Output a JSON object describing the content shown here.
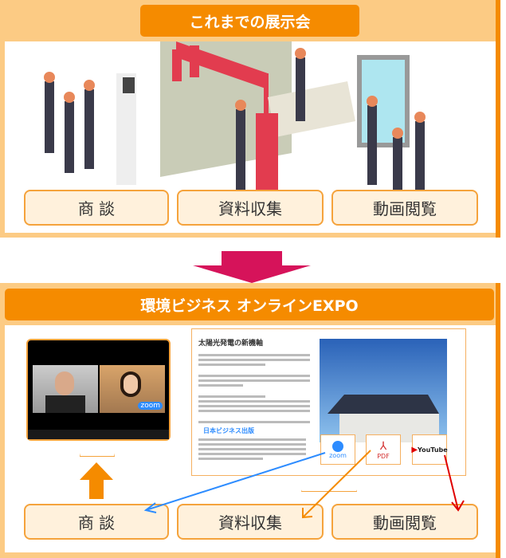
{
  "top": {
    "title": "これまでの展示会",
    "buttons": [
      "商 談",
      "資料収集",
      "動画閲覧"
    ]
  },
  "bottom": {
    "title": "環境ビジネス オンラインEXPO",
    "buttons": [
      "商 談",
      "資料収集",
      "動画閲覧"
    ],
    "panel": {
      "heading": "太陽光発電の新機軸",
      "subheading": "日本ビジネス出版",
      "icons": [
        {
          "name": "zoom-icon",
          "label": "zoom",
          "color": "#2d8cff"
        },
        {
          "name": "pdf-icon",
          "label": "PDF",
          "color": "#d32f2f"
        },
        {
          "name": "youtube-icon",
          "label": "YouTube",
          "color": "#e00000"
        }
      ]
    },
    "video": {
      "zoom_label": "zoom"
    }
  },
  "colors": {
    "orange": "#f58b00",
    "peach": "#fccb84",
    "arrow": "#d6135a"
  }
}
